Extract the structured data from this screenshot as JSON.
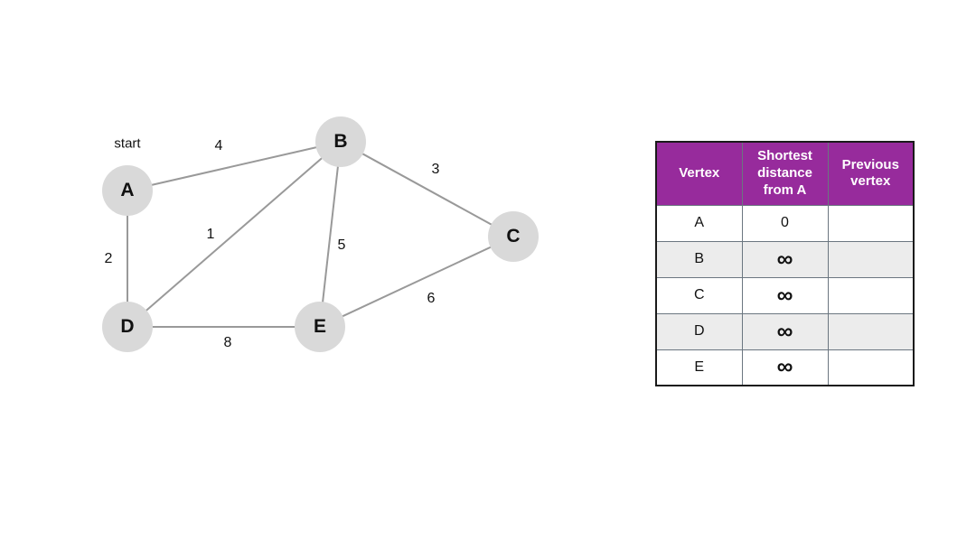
{
  "graph": {
    "start_label": "start",
    "nodes": [
      {
        "id": "A",
        "label": "A"
      },
      {
        "id": "B",
        "label": "B"
      },
      {
        "id": "C",
        "label": "C"
      },
      {
        "id": "D",
        "label": "D"
      },
      {
        "id": "E",
        "label": "E"
      }
    ],
    "edges": [
      {
        "from": "A",
        "to": "B",
        "weight": "4"
      },
      {
        "from": "B",
        "to": "C",
        "weight": "3"
      },
      {
        "from": "B",
        "to": "D",
        "weight": "1"
      },
      {
        "from": "B",
        "to": "E",
        "weight": "5"
      },
      {
        "from": "A",
        "to": "D",
        "weight": "2"
      },
      {
        "from": "C",
        "to": "E",
        "weight": "6"
      },
      {
        "from": "D",
        "to": "E",
        "weight": "8"
      }
    ]
  },
  "table": {
    "headers": [
      "Vertex",
      "Shortest distance from A",
      "Previous vertex"
    ],
    "rows": [
      {
        "vertex": "A",
        "distance": "0",
        "previous": ""
      },
      {
        "vertex": "B",
        "distance": "∞",
        "previous": ""
      },
      {
        "vertex": "C",
        "distance": "∞",
        "previous": ""
      },
      {
        "vertex": "D",
        "distance": "∞",
        "previous": ""
      },
      {
        "vertex": "E",
        "distance": "∞",
        "previous": ""
      }
    ]
  },
  "colors": {
    "table_header_bg": "#972b9c",
    "table_header_text": "#ffffff",
    "table_alt_row_bg": "#ececec",
    "node_fill": "#d9d9d9",
    "edge_stroke": "#999999"
  }
}
